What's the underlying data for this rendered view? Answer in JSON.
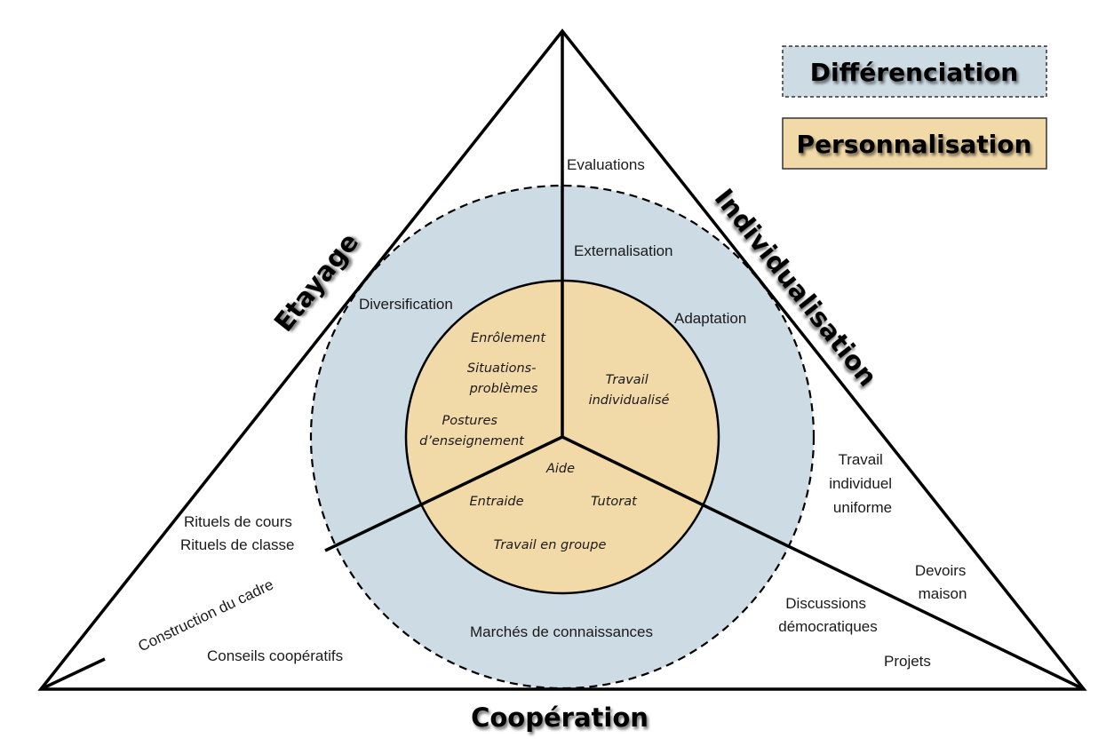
{
  "colors": {
    "differenciation_fill": "#CCDBE4",
    "personnalisation_fill": "#F2D9A8",
    "line": "#000000",
    "text": "#1a1a1a"
  },
  "legend": {
    "differenciation": "Différenciation",
    "personnalisation": "Personnalisation"
  },
  "axes": {
    "etayage": "Etayage",
    "individualisation": "Individualisation",
    "cooperation": "Coopération"
  },
  "outer_zone": {
    "evaluations": "Evaluations",
    "rituels_cours": "Rituels de cours",
    "rituels_classe": "Rituels de classe",
    "construction_cadre": "Construction du cadre",
    "conseils_cooperatifs": "Conseils coopératifs",
    "travail_individuel_uniforme": [
      "Travail",
      "individuel",
      "uniforme"
    ],
    "devoirs_maison": [
      "Devoirs",
      "maison"
    ],
    "discussions_democratiques": [
      "Discussions",
      "démocratiques"
    ],
    "projets": "Projets"
  },
  "differenciation_zone": {
    "externalisation": "Externalisation",
    "diversification": "Diversification",
    "adaptation": "Adaptation",
    "marches_connaissances": "Marchés de connaissances"
  },
  "personnalisation_zone": {
    "enrolement": "Enrôlement",
    "situations_problemes": [
      "Situations-",
      "problèmes"
    ],
    "postures": [
      "Postures",
      "d’enseignement"
    ],
    "travail_individualise": [
      "Travail",
      "individualisé"
    ],
    "aide": "Aide",
    "entraide": "Entraide",
    "tutorat": "Tutorat",
    "travail_groupe": "Travail en groupe"
  }
}
